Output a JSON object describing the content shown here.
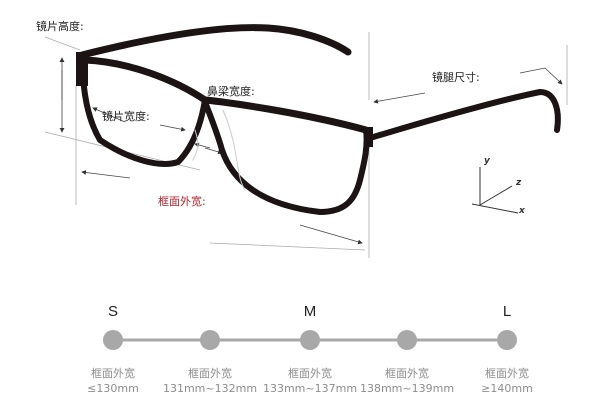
{
  "labels": {
    "lens_height": "镜片高度:",
    "bridge_width": "鼻梁宽度:",
    "lens_width": "镜片宽度:",
    "frame_width": "框面外宽:",
    "temple_length": "镜腿尺寸:"
  },
  "axes": {
    "x": "x",
    "y": "y",
    "z": "z"
  },
  "colors": {
    "frame": "#1c1414",
    "frame_width_label": "#b0232a",
    "scale": "#a8a8a8",
    "caption": "#8d8d8d"
  },
  "scale": {
    "sizes": [
      {
        "label": "S",
        "caption": "框面外宽",
        "range": "≤130mm"
      },
      {
        "label": "",
        "caption": "框面外宽",
        "range": "131mm~132mm"
      },
      {
        "label": "M",
        "caption": "框面外宽",
        "range": "133mm~137mm"
      },
      {
        "label": "",
        "caption": "框面外宽",
        "range": "138mm~139mm"
      },
      {
        "label": "L",
        "caption": "框面外宽",
        "range": "≥140mm"
      }
    ]
  }
}
